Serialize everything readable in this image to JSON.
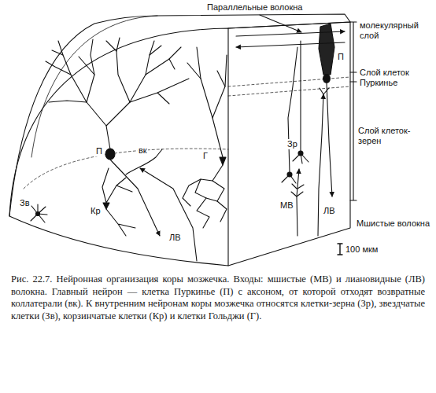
{
  "diagram": {
    "caption": "Рис. 22.7. Нейронная организация коры мозжечка. Входы: мшистые (МВ) и лиановидные (ЛВ) волокна. Главный нейрон — клетка Пуркинье (П) с аксоном, от которой отходят возвратные коллатерали (вк). К внутренним нейронам коры мозжечка относятся клетки-зерна (Зр), звездчатые клетки (Зв), корзинчатые клетки (Кр) и клетки Гольджи (Г).",
    "labels": [
      "Параллельные волокна",
      "молекулярный слой",
      "Слой клеток Пуркинье",
      "Слой клеток-зерен",
      "П",
      "вк",
      "Г",
      "Зр",
      "П",
      "МВ",
      "ЛВ",
      "Зв",
      "Кр",
      "ЛВ",
      "Мшистые волокна",
      "100 мкм"
    ]
  }
}
